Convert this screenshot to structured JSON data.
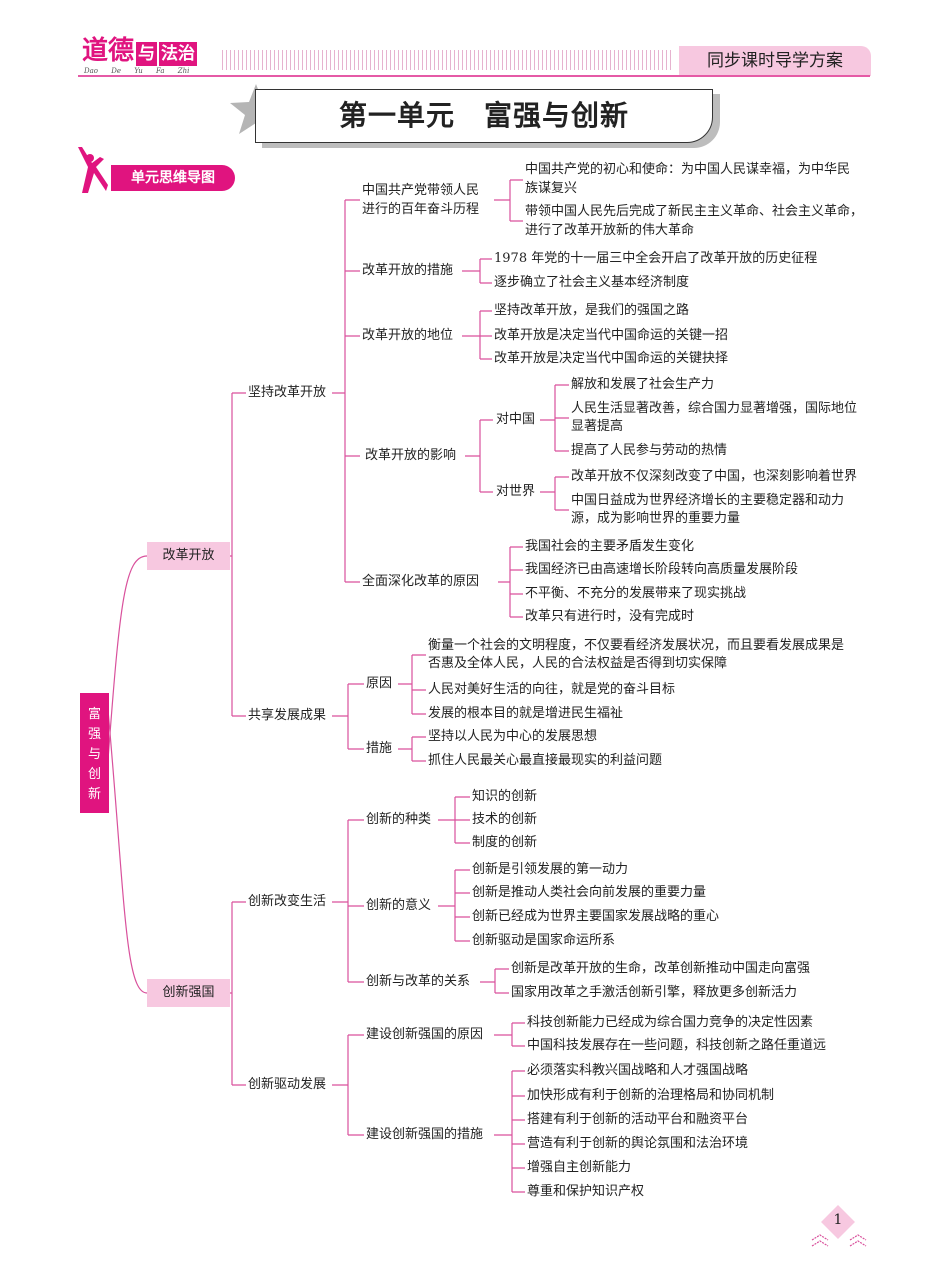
{
  "header": {
    "logo_chars": [
      "道",
      "德"
    ],
    "logo_boxed": [
      "与",
      "法治"
    ],
    "pinyin": "Dao De Yu Fa Zhi",
    "series_tab": "同步课时导学方案"
  },
  "title": "第一单元　富强与创新",
  "section_badge": "单元思维导图",
  "root": [
    "富",
    "强",
    "与",
    "创",
    "新"
  ],
  "l1": {
    "reform": "改革开放",
    "innovation": "创新强国"
  },
  "l2": {
    "persist": "坚持改革开放",
    "share": "共享发展成果",
    "change": "创新改变生活",
    "drive": "创新驱动发展"
  },
  "persist": {
    "history": {
      "label": [
        "中国共产党带领人民",
        "进行的百年奋斗历程"
      ],
      "items": [
        [
          "中国共产党的初心和使命：为中国人民谋幸福，为中华民",
          "族谋复兴"
        ],
        [
          "带领中国人民先后完成了新民主主义革命、社会主义革命，",
          "进行了改革开放新的伟大革命"
        ]
      ]
    },
    "measures": {
      "label": "改革开放的措施",
      "items": [
        "1978 年党的十一届三中全会开启了改革开放的历史征程",
        "逐步确立了社会主义基本经济制度"
      ]
    },
    "status": {
      "label": "改革开放的地位",
      "items": [
        "坚持改革开放，是我们的强国之路",
        "改革开放是决定当代中国命运的关键一招",
        "改革开放是决定当代中国命运的关键抉择"
      ]
    },
    "impact": {
      "label": "改革开放的影响",
      "china": {
        "label": "对中国",
        "items": [
          "解放和发展了社会生产力",
          [
            "人民生活显著改善，综合国力显著增强，国际地位",
            "显著提高"
          ],
          "提高了人民参与劳动的热情"
        ]
      },
      "world": {
        "label": "对世界",
        "items": [
          "改革开放不仅深刻改变了中国，也深刻影响着世界",
          [
            "中国日益成为世界经济增长的主要稳定器和动力",
            "源，成为影响世界的重要力量"
          ]
        ]
      }
    },
    "deepen": {
      "label": "全面深化改革的原因",
      "items": [
        "我国社会的主要矛盾发生变化",
        "我国经济已由高速增长阶段转向高质量发展阶段",
        "不平衡、不充分的发展带来了现实挑战",
        "改革只有进行时，没有完成时"
      ]
    }
  },
  "share": {
    "reason": {
      "label": "原因",
      "items": [
        [
          "衡量一个社会的文明程度，不仅要看经济发展状况，而且要看发展成果是",
          "否惠及全体人民，人民的合法权益是否得到切实保障"
        ],
        "人民对美好生活的向往，就是党的奋斗目标",
        "发展的根本目的就是增进民生福祉"
      ]
    },
    "measure": {
      "label": "措施",
      "items": [
        "坚持以人民为中心的发展思想",
        "抓住人民最关心最直接最现实的利益问题"
      ]
    }
  },
  "change": {
    "types": {
      "label": "创新的种类",
      "items": [
        "知识的创新",
        "技术的创新",
        "制度的创新"
      ]
    },
    "meaning": {
      "label": "创新的意义",
      "items": [
        "创新是引领发展的第一动力",
        "创新是推动人类社会向前发展的重要力量",
        "创新已经成为世界主要国家发展战略的重心",
        "创新驱动是国家命运所系"
      ]
    },
    "relation": {
      "label": "创新与改革的关系",
      "items": [
        "创新是改革开放的生命，改革创新推动中国走向富强",
        "国家用改革之手激活创新引擎，释放更多创新活力"
      ]
    }
  },
  "drive": {
    "reason": {
      "label": "建设创新强国的原因",
      "items": [
        "科技创新能力已经成为综合国力竞争的决定性因素",
        "中国科技发展存在一些问题，科技创新之路任重道远"
      ]
    },
    "measure": {
      "label": "建设创新强国的措施",
      "items": [
        "必须落实科教兴国战略和人才强国战略",
        "加快形成有利于创新的治理格局和协同机制",
        "搭建有利于创新的活动平台和融资平台",
        "营造有利于创新的舆论氛围和法治环境",
        "增强自主创新能力",
        "尊重和保护知识产权"
      ]
    }
  },
  "page_number": "1",
  "colors": {
    "accent": "#e0147f",
    "light": "#f7c8e0",
    "line": "#d9519c"
  }
}
